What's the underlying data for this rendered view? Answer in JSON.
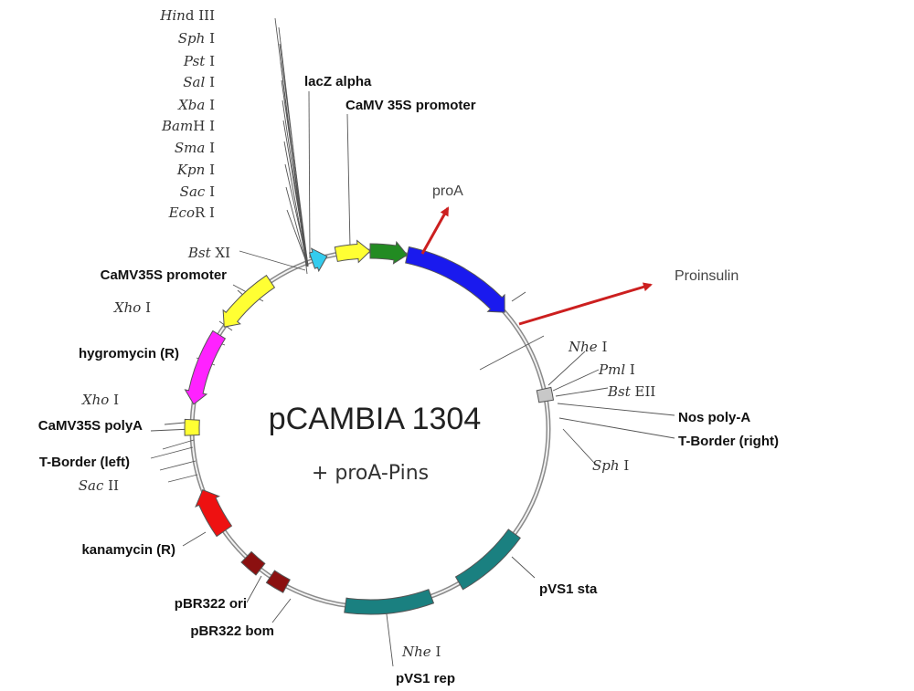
{
  "plasmid": {
    "name": "pCAMBIA 1304",
    "subtitle": "+ proA-Pins"
  },
  "colors": {
    "backbone": "#8a8a8a",
    "annotation_arrow": "#cc1f1f"
  },
  "restriction_sites": [
    {
      "italic": "Hin",
      "plain": "d III"
    },
    {
      "italic": "Sph",
      "plain": " I"
    },
    {
      "italic": "Pst",
      "plain": " I"
    },
    {
      "italic": "Sal",
      "plain": " I"
    },
    {
      "italic": "Xba",
      "plain": " I"
    },
    {
      "italic": "Bam",
      "plain": "H I"
    },
    {
      "italic": "Sma",
      "plain": " I"
    },
    {
      "italic": "Kpn",
      "plain": " I"
    },
    {
      "italic": "Sac",
      "plain": " I"
    },
    {
      "italic": "Eco",
      "plain": "R I"
    },
    {
      "italic": "Bst",
      "plain": " XI"
    },
    {
      "italic": "Xho",
      "plain": " I"
    },
    {
      "italic": "Xho",
      "plain": " I"
    },
    {
      "italic": "Sac",
      "plain": " II"
    },
    {
      "italic": "Nhe",
      "plain": " I"
    },
    {
      "italic": "Pml",
      "plain": " I"
    },
    {
      "italic": "Bst",
      "plain": " EII"
    },
    {
      "italic": "Sph",
      "plain": " I"
    },
    {
      "italic": "Nhe",
      "plain": " I"
    }
  ],
  "features": [
    {
      "label": "lacZ alpha",
      "color": "#33ccee"
    },
    {
      "label": "CaMV 35S promoter",
      "color": "#ffff33"
    },
    {
      "label": "",
      "color": "#228b22"
    },
    {
      "label": "",
      "color": "#1a1aee"
    },
    {
      "label": "Nos poly-A",
      "color": "#c8c8c8"
    },
    {
      "label": "T-Border (right)",
      "color": ""
    },
    {
      "label": "pVS1 sta",
      "color": "#1a8080"
    },
    {
      "label": "pVS1 rep",
      "color": "#1a8080"
    },
    {
      "label": "pBR322 bom",
      "color": "#8b1010"
    },
    {
      "label": "pBR322 ori",
      "color": "#8b1010"
    },
    {
      "label": "kanamycin (R)",
      "color": "#ee1111"
    },
    {
      "label": "T-Border (left)",
      "color": ""
    },
    {
      "label": "CaMV35S polyA",
      "color": "#ffff33"
    },
    {
      "label": "hygromycin (R)",
      "color": "#ff22ff"
    },
    {
      "label": "CaMV35S promoter",
      "color": "#ffff33"
    }
  ],
  "annotations": [
    {
      "label": "proA"
    },
    {
      "label": "Proinsulin"
    }
  ]
}
